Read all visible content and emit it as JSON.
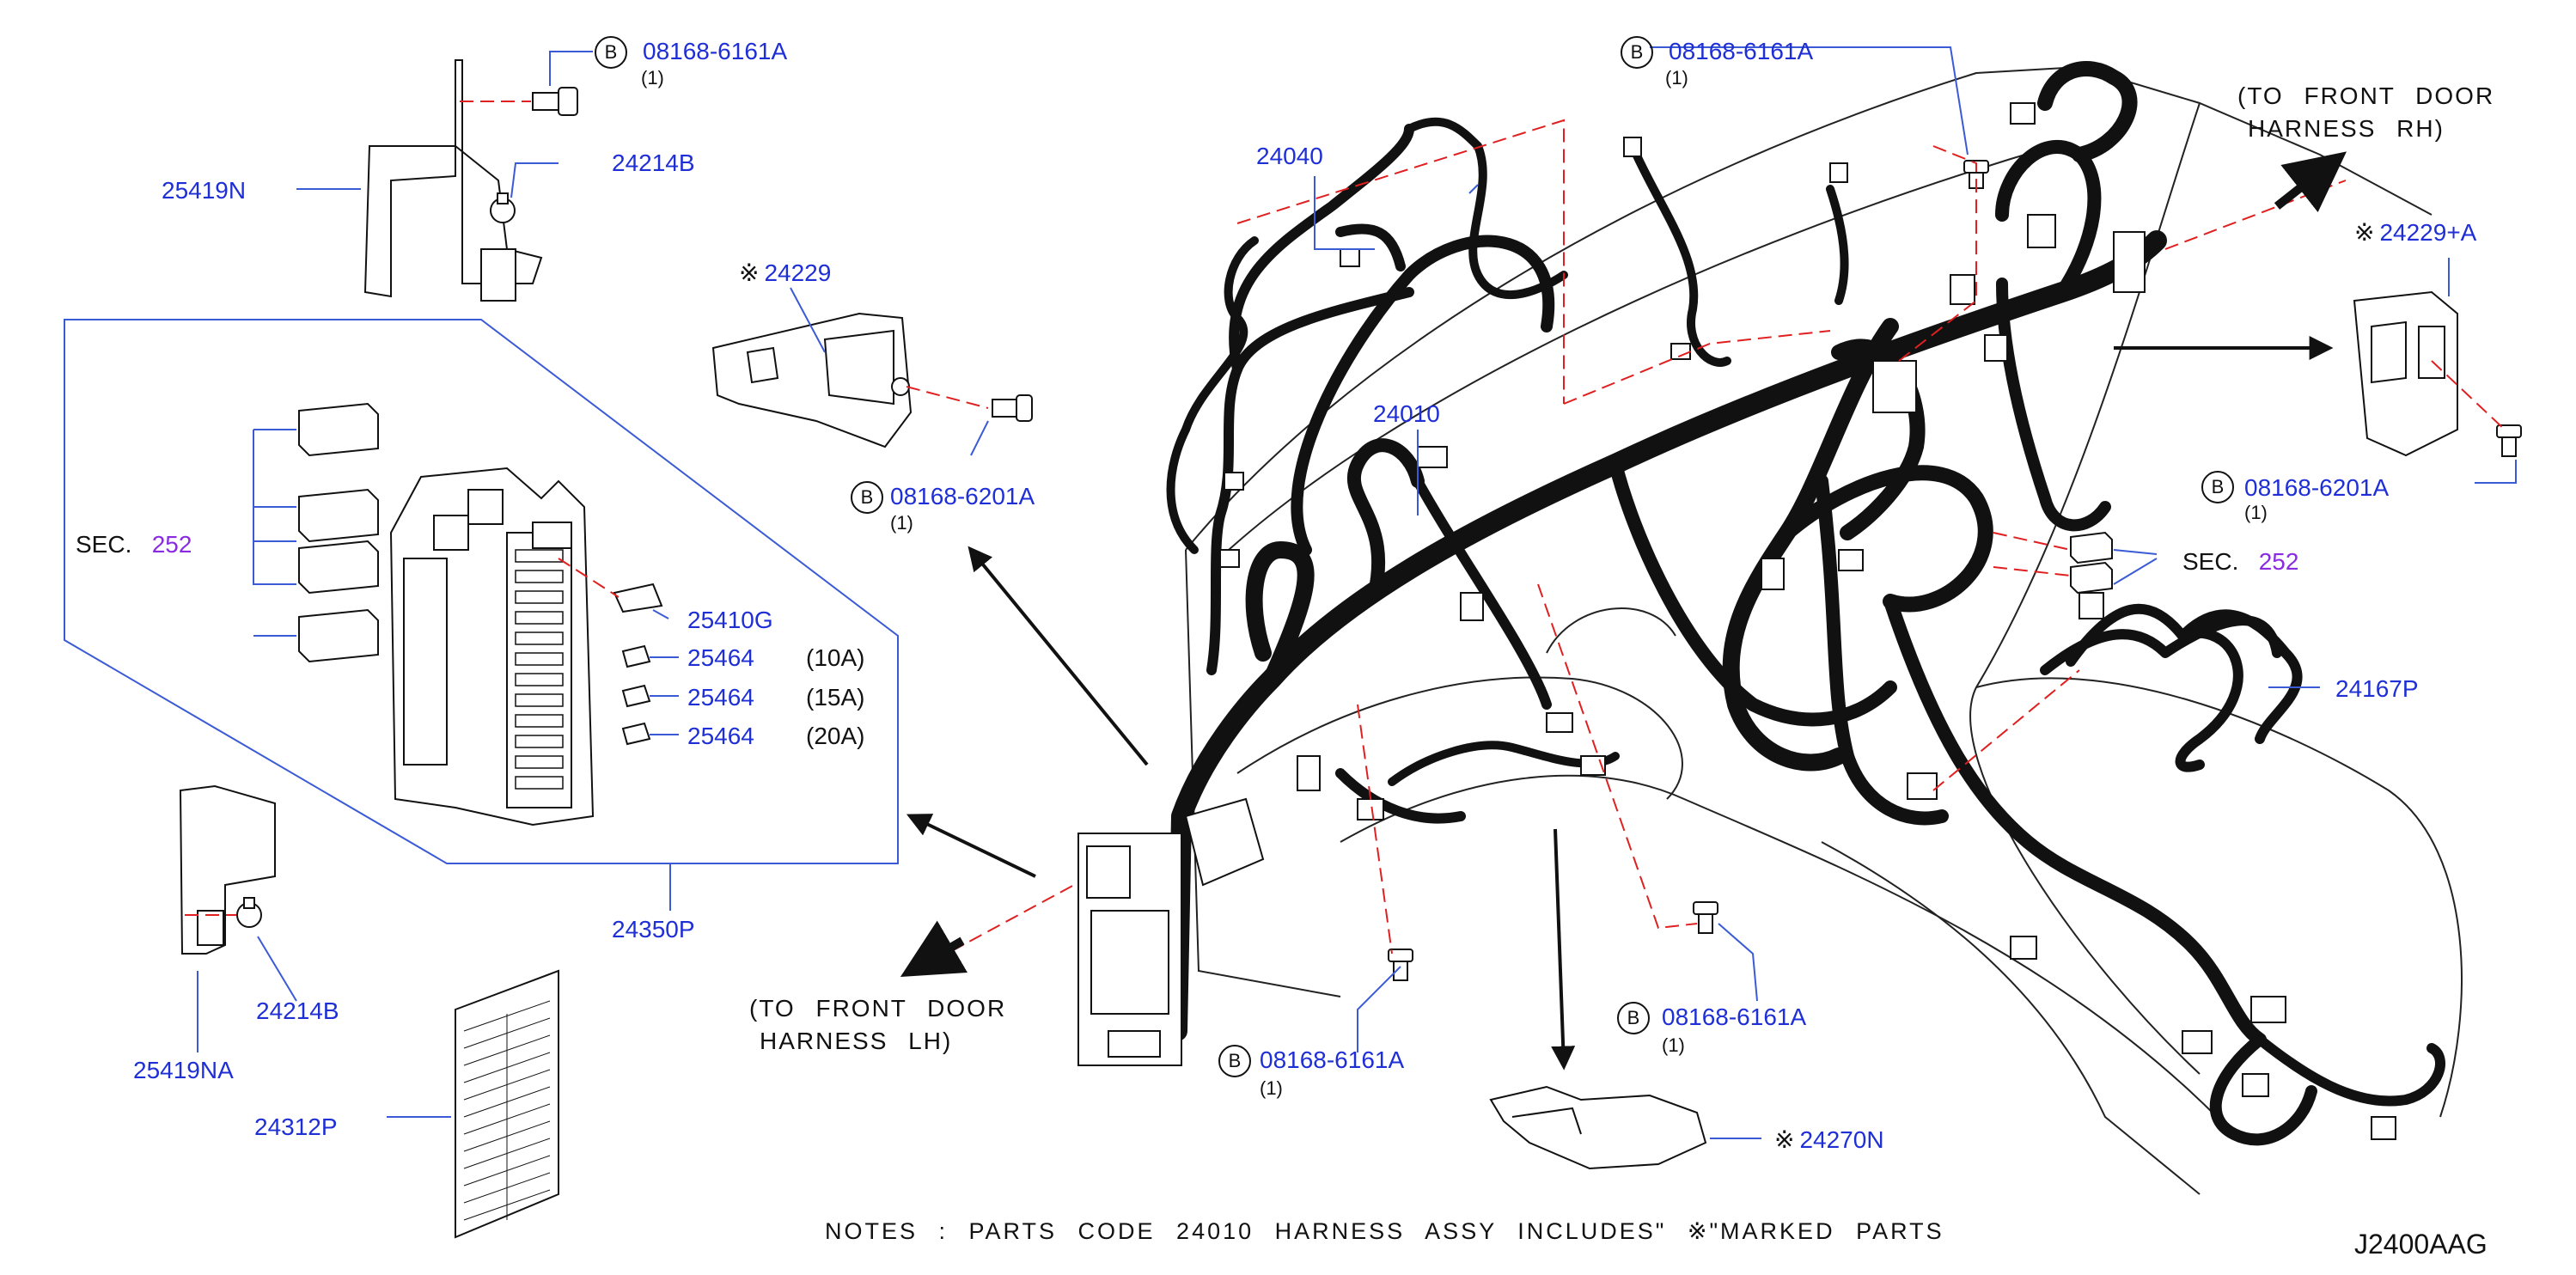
{
  "diagram_code": "J2400AAG",
  "notes": "NOTES : PARTS CODE 24010 HARNESS ASSY INCLUDES\" ※\"MARKED PARTS",
  "bolt_circle_letter": "B",
  "asterisk": "※",
  "parts": {
    "p24040": "24040",
    "p24010": "24010",
    "p24229": "24229",
    "p24229a": "24229+A",
    "p24167p": "24167P",
    "p24270n": "24270N",
    "p24350p": "24350P",
    "p24312p": "24312P",
    "p25419n": "25419N",
    "p25419na": "25419NA",
    "p24214b_top": "24214B",
    "p24214b_bottom": "24214B",
    "p25410g": "25410G",
    "p25464_a": "25464",
    "p25464_b": "25464",
    "p25464_c": "25464"
  },
  "fuse_ratings": {
    "a": "(10A)",
    "b": "(15A)",
    "c": "(20A)"
  },
  "bolts": {
    "b1": {
      "code": "08168-6161A",
      "qty": "(1)"
    },
    "b2": {
      "code": "08168-6161A",
      "qty": "(1)"
    },
    "b3": {
      "code": "08168-6201A",
      "qty": "(1)"
    },
    "b4": {
      "code": "08168-6201A",
      "qty": "(1)"
    },
    "b5": {
      "code": "08168-6161A",
      "qty": "(1)"
    },
    "b6": {
      "code": "08168-6161A",
      "qty": "(1)"
    }
  },
  "sections": {
    "left": {
      "prefix": "SEC.",
      "number": "252"
    },
    "right": {
      "prefix": "SEC.",
      "number": "252"
    }
  },
  "destinations": {
    "rh": {
      "line1": "(TO FRONT DOOR",
      "line2": "HARNESS RH)"
    },
    "lh": {
      "line1": "(TO FRONT DOOR",
      "line2": "HARNESS LH)"
    }
  },
  "colors": {
    "part_label": "#1f2fd6",
    "section_number": "#8a2be2",
    "leader": "#3b5bd6",
    "hidden_line": "#e02020",
    "ink": "#111111"
  }
}
